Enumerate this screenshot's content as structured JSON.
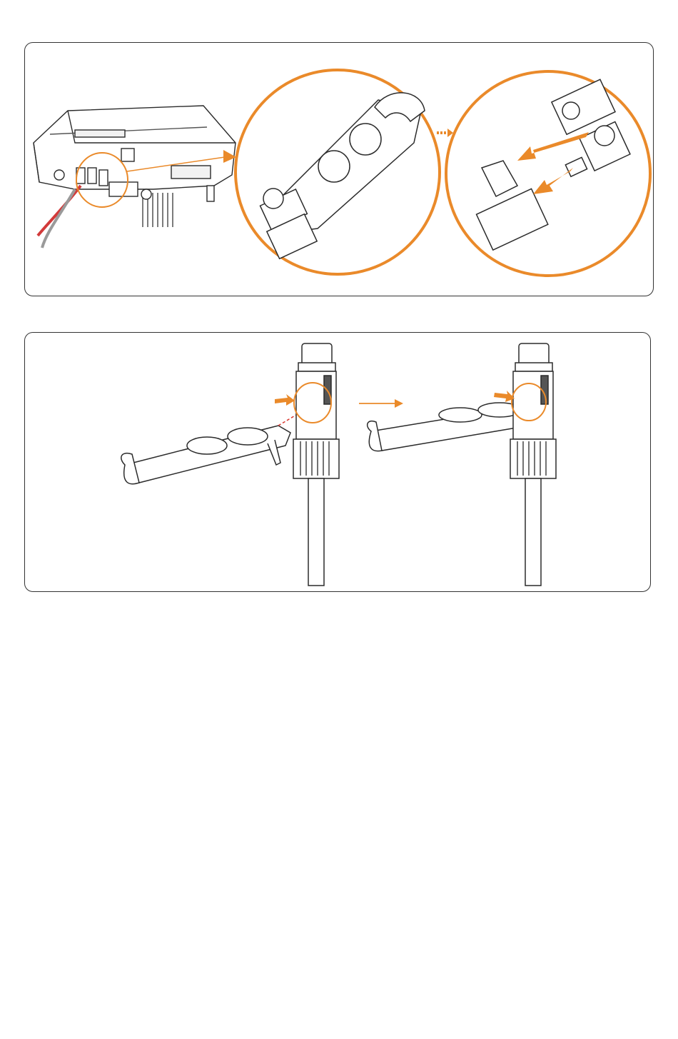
{
  "colors": {
    "accent_orange": "#ea8a2a",
    "line": "#2b2b2b",
    "cable_red": "#d23a3a",
    "cable_grey": "#9a9a9a",
    "dashed_red": "#d9362e"
  },
  "panels": [
    {
      "id": "removal-overview",
      "steps": [
        "inverter-overview",
        "wrench-on-connector-zoom",
        "connector-separated-zoom"
      ]
    },
    {
      "id": "wrench-insertion",
      "steps": [
        "wrench-approach",
        "wrench-engaged"
      ]
    }
  ],
  "icons": [
    "inverter-icon",
    "wrench-icon",
    "pv-connector-icon",
    "arrow-icon",
    "magnifier-circle-icon"
  ]
}
